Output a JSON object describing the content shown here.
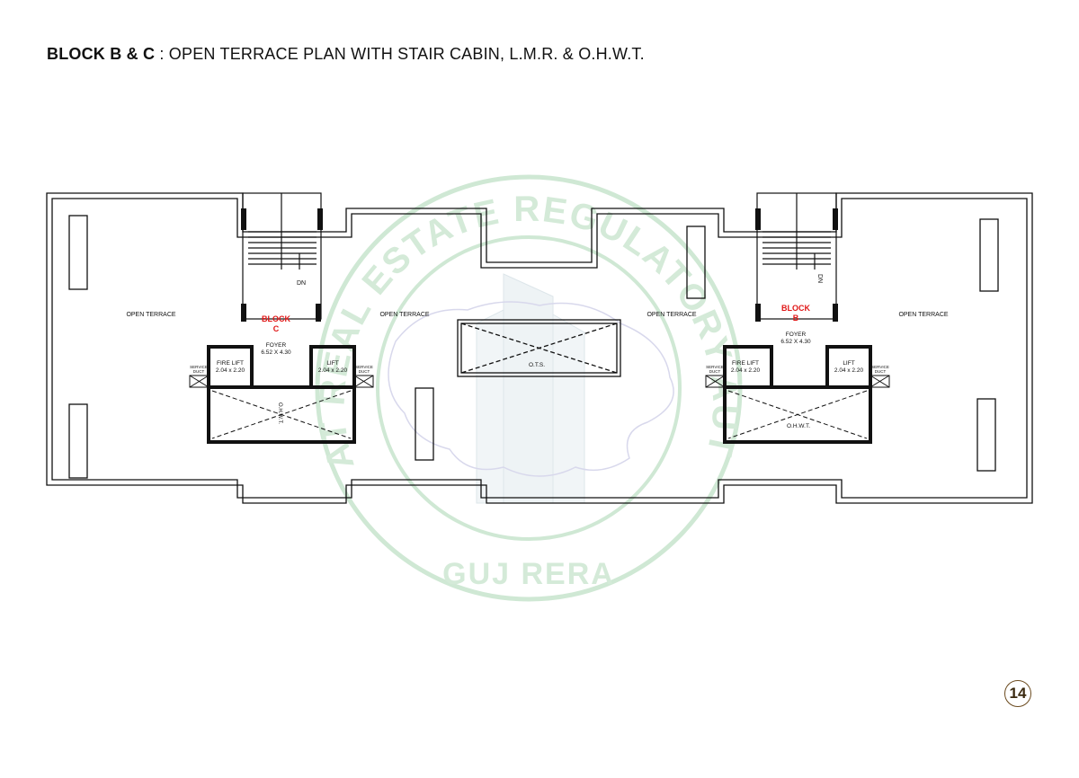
{
  "title": {
    "bold": "BLOCK B & C",
    "rest": " : OPEN TERRACE PLAN WITH STAIR CABIN, L.M.R. & O.H.W.T."
  },
  "plan": {
    "open_terrace": "OPEN TERRACE",
    "block_c": {
      "line1": "BLOCK",
      "line2": "C"
    },
    "block_b": {
      "line1": "BLOCK",
      "line2": "B"
    },
    "foyer": {
      "label": "FOYER",
      "size": "6.52 X 4.30"
    },
    "fire_lift": {
      "label": "FIRE LIFT",
      "size": "2.04 x 2.20"
    },
    "lift": {
      "label": "LIFT",
      "size": "2.04 x 2.20"
    },
    "service_duct": {
      "line1": "SERVICE",
      "line2": "DUCT"
    },
    "ohwt": "O.H.W.T.",
    "ots": "O.T.S.",
    "dn": "DN"
  },
  "watermark": {
    "top_text": "GUJARAT REAL ESTATE REGULATORY AUTHORITY",
    "bottom_text": "GUJ RERA"
  },
  "page_number": "14",
  "colors": {
    "line": "#111111",
    "block_label": "#e01818",
    "watermark": "#c9e6cf",
    "badge": "#6b4a1e"
  }
}
